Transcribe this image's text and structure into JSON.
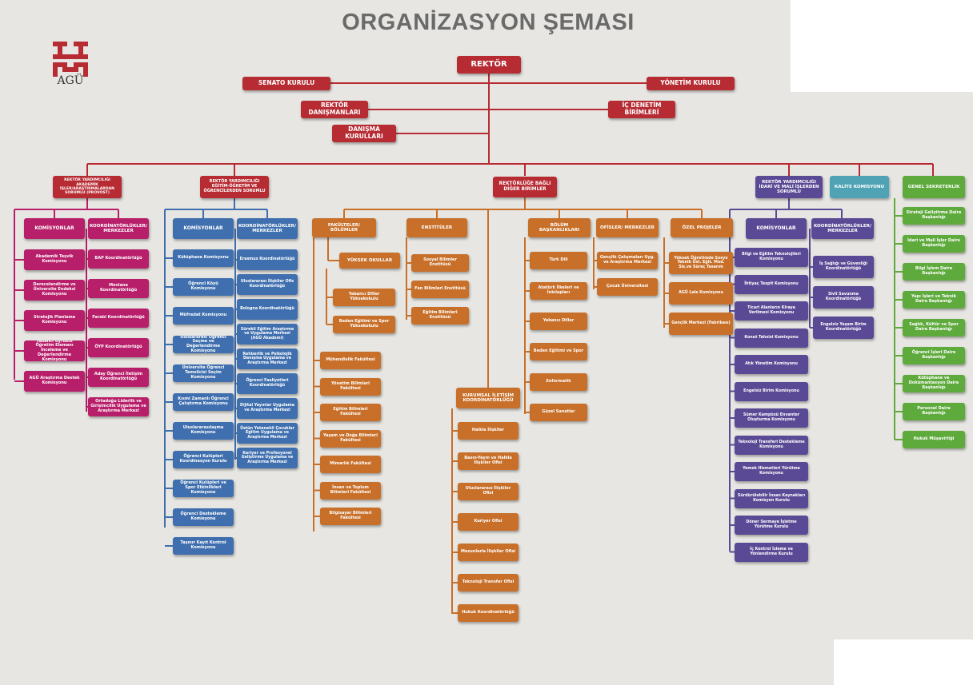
{
  "title": "ORGANİZASYON ŞEMASI",
  "logo_text": "AGÜ",
  "colors": {
    "red": "#b72b33",
    "magenta": "#b81f6a",
    "blue": "#3f6fae",
    "orange": "#c8702a",
    "purple": "#5a4a95",
    "teal": "#4fa3b5",
    "green": "#5eaa3c",
    "line": "#b72b33"
  },
  "top": {
    "rektor": "REKTÖR",
    "senato": "SENATO KURULU",
    "yonetim": "YÖNETİM KURULU",
    "danismanlari": "REKTÖR DANIŞMANLARI",
    "ic_denetim": "İÇ DENETİM BİRİMLERİ",
    "danisma": "DANIŞMA KURULLARI"
  },
  "branches": {
    "provost": "REKTÖR YARDIMCILIĞI AKADEMİK İŞLER/ARAŞTIRMALARDAN SORUMLU (PROVOST)",
    "egitim": "REKTÖR YARDIMCILIĞI EĞİTİM-ÖĞRETİM VE ÖĞRENCİLERDEN SORUMLU",
    "bagli": "REKTÖRLÜĞE BAĞLI DİĞER BİRİMLER",
    "idari": "REKTÖR YARDIMCILIĞI İDARİ VE MALİ İŞLERDEN SORUMLU",
    "kalite": "KALİTE KOMİSYONU",
    "genel": "GENEL SEKRETERLİK"
  },
  "provost": {
    "komisyonlar": "KOMİSYONLAR",
    "koord": "KOORDİNATÖRLÜKLER/ MERKEZLER",
    "kom_items": [
      "Akademik Teşvik Komisyonu",
      "Derecelendirme ve Üniversite Endeksi Komisyonu",
      "Stratejik Planlama Komisyonu",
      "Yabancı Uyruklu Öğretim Elemanı İnceleme ve Değerlendirme Komisyonu",
      "AGÜ Araştırma Destek Komisyonu"
    ],
    "koord_items": [
      "BAP Koordinatörlüğü",
      "Mevlana Koordinatörlüğü",
      "Farabi Koordinatörlüğü",
      "ÖYP Koordinatörlüğü",
      "Aday Öğrenci İletişim Koordinatörlüğü",
      "Ortadoğu Liderlik ve Girişimcilik Uygulama ve Araştırma Merkezi"
    ]
  },
  "egitim": {
    "komisyonlar": "KOMİSYONLAR",
    "koord": "KOORDİNATÖRLÜKLER/ MERKEZLER",
    "kom_items": [
      "Kütüphane Komisyonu",
      "Öğrenci Köyü Komisyonu",
      "Müfredat Komisyonu",
      "Uluslararası Öğrenci Seçme ve Değerlendirme Komisyonu",
      "Üniversite Öğrenci Temsilcisi Seçim Komisyonu",
      "Kısmi Zamanlı Öğrenci Çalıştırma Komisyonu",
      "Uluslararasılaşma Komisyonu",
      "Öğrenci Kulüpleri Koordinasyon Kurulu",
      "Öğrenci Kulüpleri ve Spor Etkinlikleri Komisyonu",
      "Öğrenci Destekleme Komisyonu",
      "Taşınır Kayıt Kontrol Komisyonu"
    ],
    "koord_items": [
      "Erasmus Koordinatörlüğü",
      "Uluslararası İlişkiler Ofis Koordinatörlüğü",
      "Bologna Koordinatörlüğü",
      "Sürekli Eğitim Araştırma ve Uygulama Merkezi (AGÜ Akademi)",
      "Rehberlik ve Psikolojik Danışma Uygulama ve Araştırma Merkezi",
      "Öğrenci Faaliyetleri Koordinatörlüğü",
      "Dijital Yayınlar Uygulama ve Araştırma Merkezi",
      "Üstün Yetenekli Çocuklar Eğitim Uygulama ve Araştırma Merkezi",
      "Kariyer ve Profesyonel Geliştirme Uygulama ve Araştırma Merkezi"
    ]
  },
  "bagli": {
    "fakulteler": "FAKÜLTELER/ BÖLÜMLER",
    "yuksek_okullar": "YÜKSEK OKULLAR",
    "yo_items": [
      "Yabancı Diller Yüksekokulu",
      "Beden Eğitimi ve Spor Yüksekokulu"
    ],
    "fak_items": [
      "Mühendislik Fakültesi",
      "Yönetim Bilimleri Fakültesi",
      "Eğitim Bilimleri Fakültesi",
      "Yaşam ve Doğa Bilimleri Fakültesi",
      "Mimarlık Fakültesi",
      "İnsan ve Toplum Bilimleri Fakültesi",
      "Bilgisayar Bilimleri Fakültesi"
    ],
    "enstituler": "ENSTİTÜLER",
    "ens_items": [
      "Sosyal Bilimler Enstitüsü",
      "Fen Bilimleri Enstitüsü",
      "Eğitim Bilimleri Enstitüsü"
    ],
    "kurumsal": "KURUMSAL İLETİŞİM KOORDİNATÖRLÜĞÜ",
    "kur_items": [
      "Halkla İlişkiler",
      "Basın-Yayın ve Halkla İlişkiler Ofisi",
      "Uluslararası İlişkiler Ofisi",
      "Kariyer Ofisi",
      "Mezunlarla İlişkiler Ofisi",
      "Teknoloji Transfer Ofisi",
      "Hukuk Koordinatörlüğü"
    ],
    "bolum": "BÖLÜM BAŞKANLIKLARI",
    "bol_items": [
      "Türk Dili",
      "Atatürk İlkeleri ve İnkılapları",
      "Yabancı Diller",
      "Beden Eğitimi ve Spor",
      "Enformatik",
      "Güzel Sanatlar"
    ],
    "ofisler": "OFİSLER/ MERKEZLER",
    "ofis_items": [
      "Gençlik Çalışmaları Uyg. ve Araştırma Merkezi",
      "Çocuk Üniversitesi"
    ],
    "ozel": "ÖZEL PROJELER",
    "ozel_items": [
      "Yüksek Öğretimde Sosyo Teknik Üst. Eğit. Mod. Sis.ve Süreç Tasarım",
      "AGÜ Lale Komisyonu",
      "Gençlik Merkezi (Fabrikası)"
    ]
  },
  "idari": {
    "komisyonlar": "KOMİSYONLAR",
    "koord": "KOORDİNATÖRLÜKLER/ MERKEZLER",
    "kom_items": [
      "Bilgi ve Eğitim Teknolojileri Komisyonu",
      "İhtiyaç Tespit Komisyonu",
      "Ticari Alanların Kiraya Verilmesi Komisyonu",
      "Konut Tahsisi Komisyonu",
      "Atık Yönetim Komisyonu",
      "Engelsiz Birim Komisyonu",
      "Sümer Kampüsü Envanter Oluşturma Komisyonu",
      "Teknoloji Transferi Destekleme Komisyonu",
      "Yemek Hizmetleri Yürütme Komisyonu",
      "Sürdürülebilir İnsan Kaynakları Komisyon Kurulu",
      "Döner Sermaye İşletme Yürütme Kurulu",
      "İç Kontrol İzleme ve Yönlendirme Kurulu"
    ],
    "koord_items": [
      "İş Sağlığı ve Güvenliği Koordinatörlüğü",
      "Sivil Savunma Koordinatörlüğü",
      "Engelsiz Yaşam Birim Koordinatörlüğü"
    ]
  },
  "genel": {
    "items": [
      "Strateji Geliştirme Daire Başkanlığı",
      "İdari ve Mali İşler Daire Başkanlığı",
      "Bilgi İşlem Daire Başkanlığı",
      "Yapı İşleri ve Teknik Daire Başkanlığı",
      "Sağlık, Kültür ve Spor Daire Başkanlığı",
      "Öğrenci İşleri Daire Başkanlığı",
      "Kütüphane ve Dokümantasyon Daire Başkanlığı",
      "Personel Daire Başkanlığı",
      "Hukuk Müşavirliği"
    ]
  }
}
